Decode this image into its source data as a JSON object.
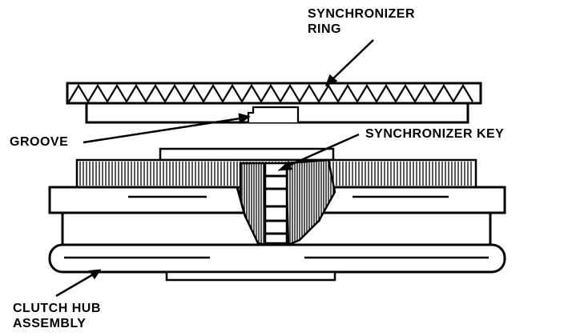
{
  "labels": {
    "synchronizer_ring": [
      "SYNCHRONIZER",
      "RING"
    ],
    "groove": "GROOVE",
    "synchronizer_key": "SYNCHRONIZER KEY",
    "clutch_hub_assembly": [
      "CLUTCH HUB",
      "ASSEMBLY"
    ]
  },
  "colors": {
    "ink": "#000000",
    "paper": "#ffffff"
  }
}
